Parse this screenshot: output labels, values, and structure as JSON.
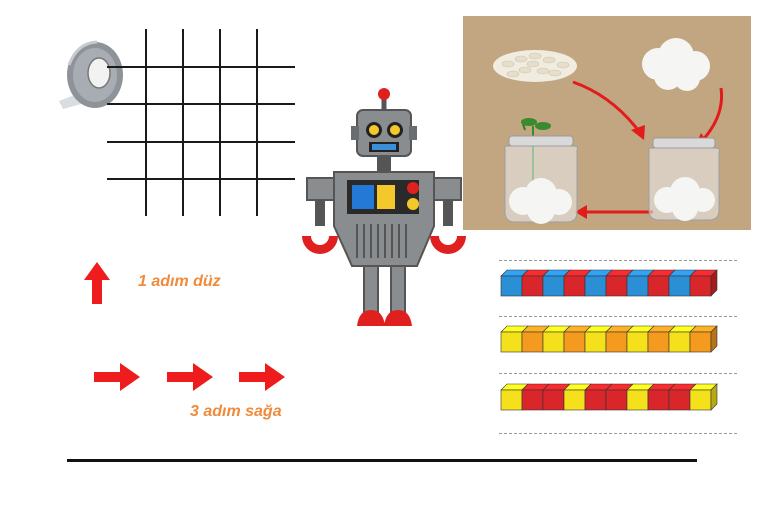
{
  "instructions": {
    "forward": "1 adım düz",
    "right": "3 adım sağa"
  },
  "icons": {
    "tape": "duct-tape-icon",
    "grid": "grid-board",
    "robot": "robot-illustration",
    "up_arrow": "up-arrow-icon",
    "right_arrow": "right-arrow-icon"
  },
  "colors": {
    "arrow": "#ee1c1c",
    "label": "#f08a3c",
    "photo_bg": "#c2a581",
    "cube_red": "#d9262a",
    "cube_blue": "#2b8fd6",
    "cube_yellow": "#f4e01b",
    "cube_orange": "#f39a1f"
  },
  "cube_patterns": [
    [
      "blue",
      "red",
      "blue",
      "red",
      "blue",
      "red",
      "blue",
      "red",
      "blue",
      "red"
    ],
    [
      "yellow",
      "orange",
      "yellow",
      "orange",
      "yellow",
      "orange",
      "yellow",
      "orange",
      "yellow",
      "orange"
    ],
    [
      "yellow",
      "red",
      "red",
      "yellow",
      "red",
      "red",
      "yellow",
      "red",
      "red",
      "yellow"
    ]
  ]
}
